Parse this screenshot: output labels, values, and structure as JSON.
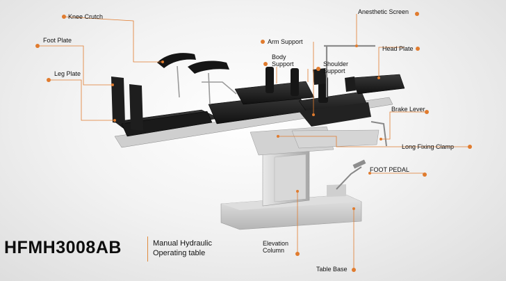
{
  "product": {
    "model": "HFMH3008AB",
    "description_line1": "Manual Hydraulic",
    "description_line2": "Operating table"
  },
  "labels": {
    "knee_crutch": "Knee Crutch",
    "anesthetic_screen": "Anesthetic Screen",
    "foot_plate": "Foot Plate",
    "arm_support": "Arm Support",
    "body_support_1": "Body",
    "body_support_2": "Support",
    "shoulder_support_1": "Shoulder",
    "shoulder_support_2": "Support",
    "head_plate": "Head Plate",
    "leg_plate": "Leg Plate",
    "brake_lever": "Brake Lever",
    "long_fixing_clamp": "Long Fixing Clamp",
    "foot_pedal": "FOOT PEDAL",
    "elevation_column_1": "Elevation",
    "elevation_column_2": "Column",
    "table_base": "Table Base"
  },
  "colors": {
    "accent": "#e07b2e",
    "table_top": "#1a1a1a",
    "metal": "#c9c9c9"
  }
}
